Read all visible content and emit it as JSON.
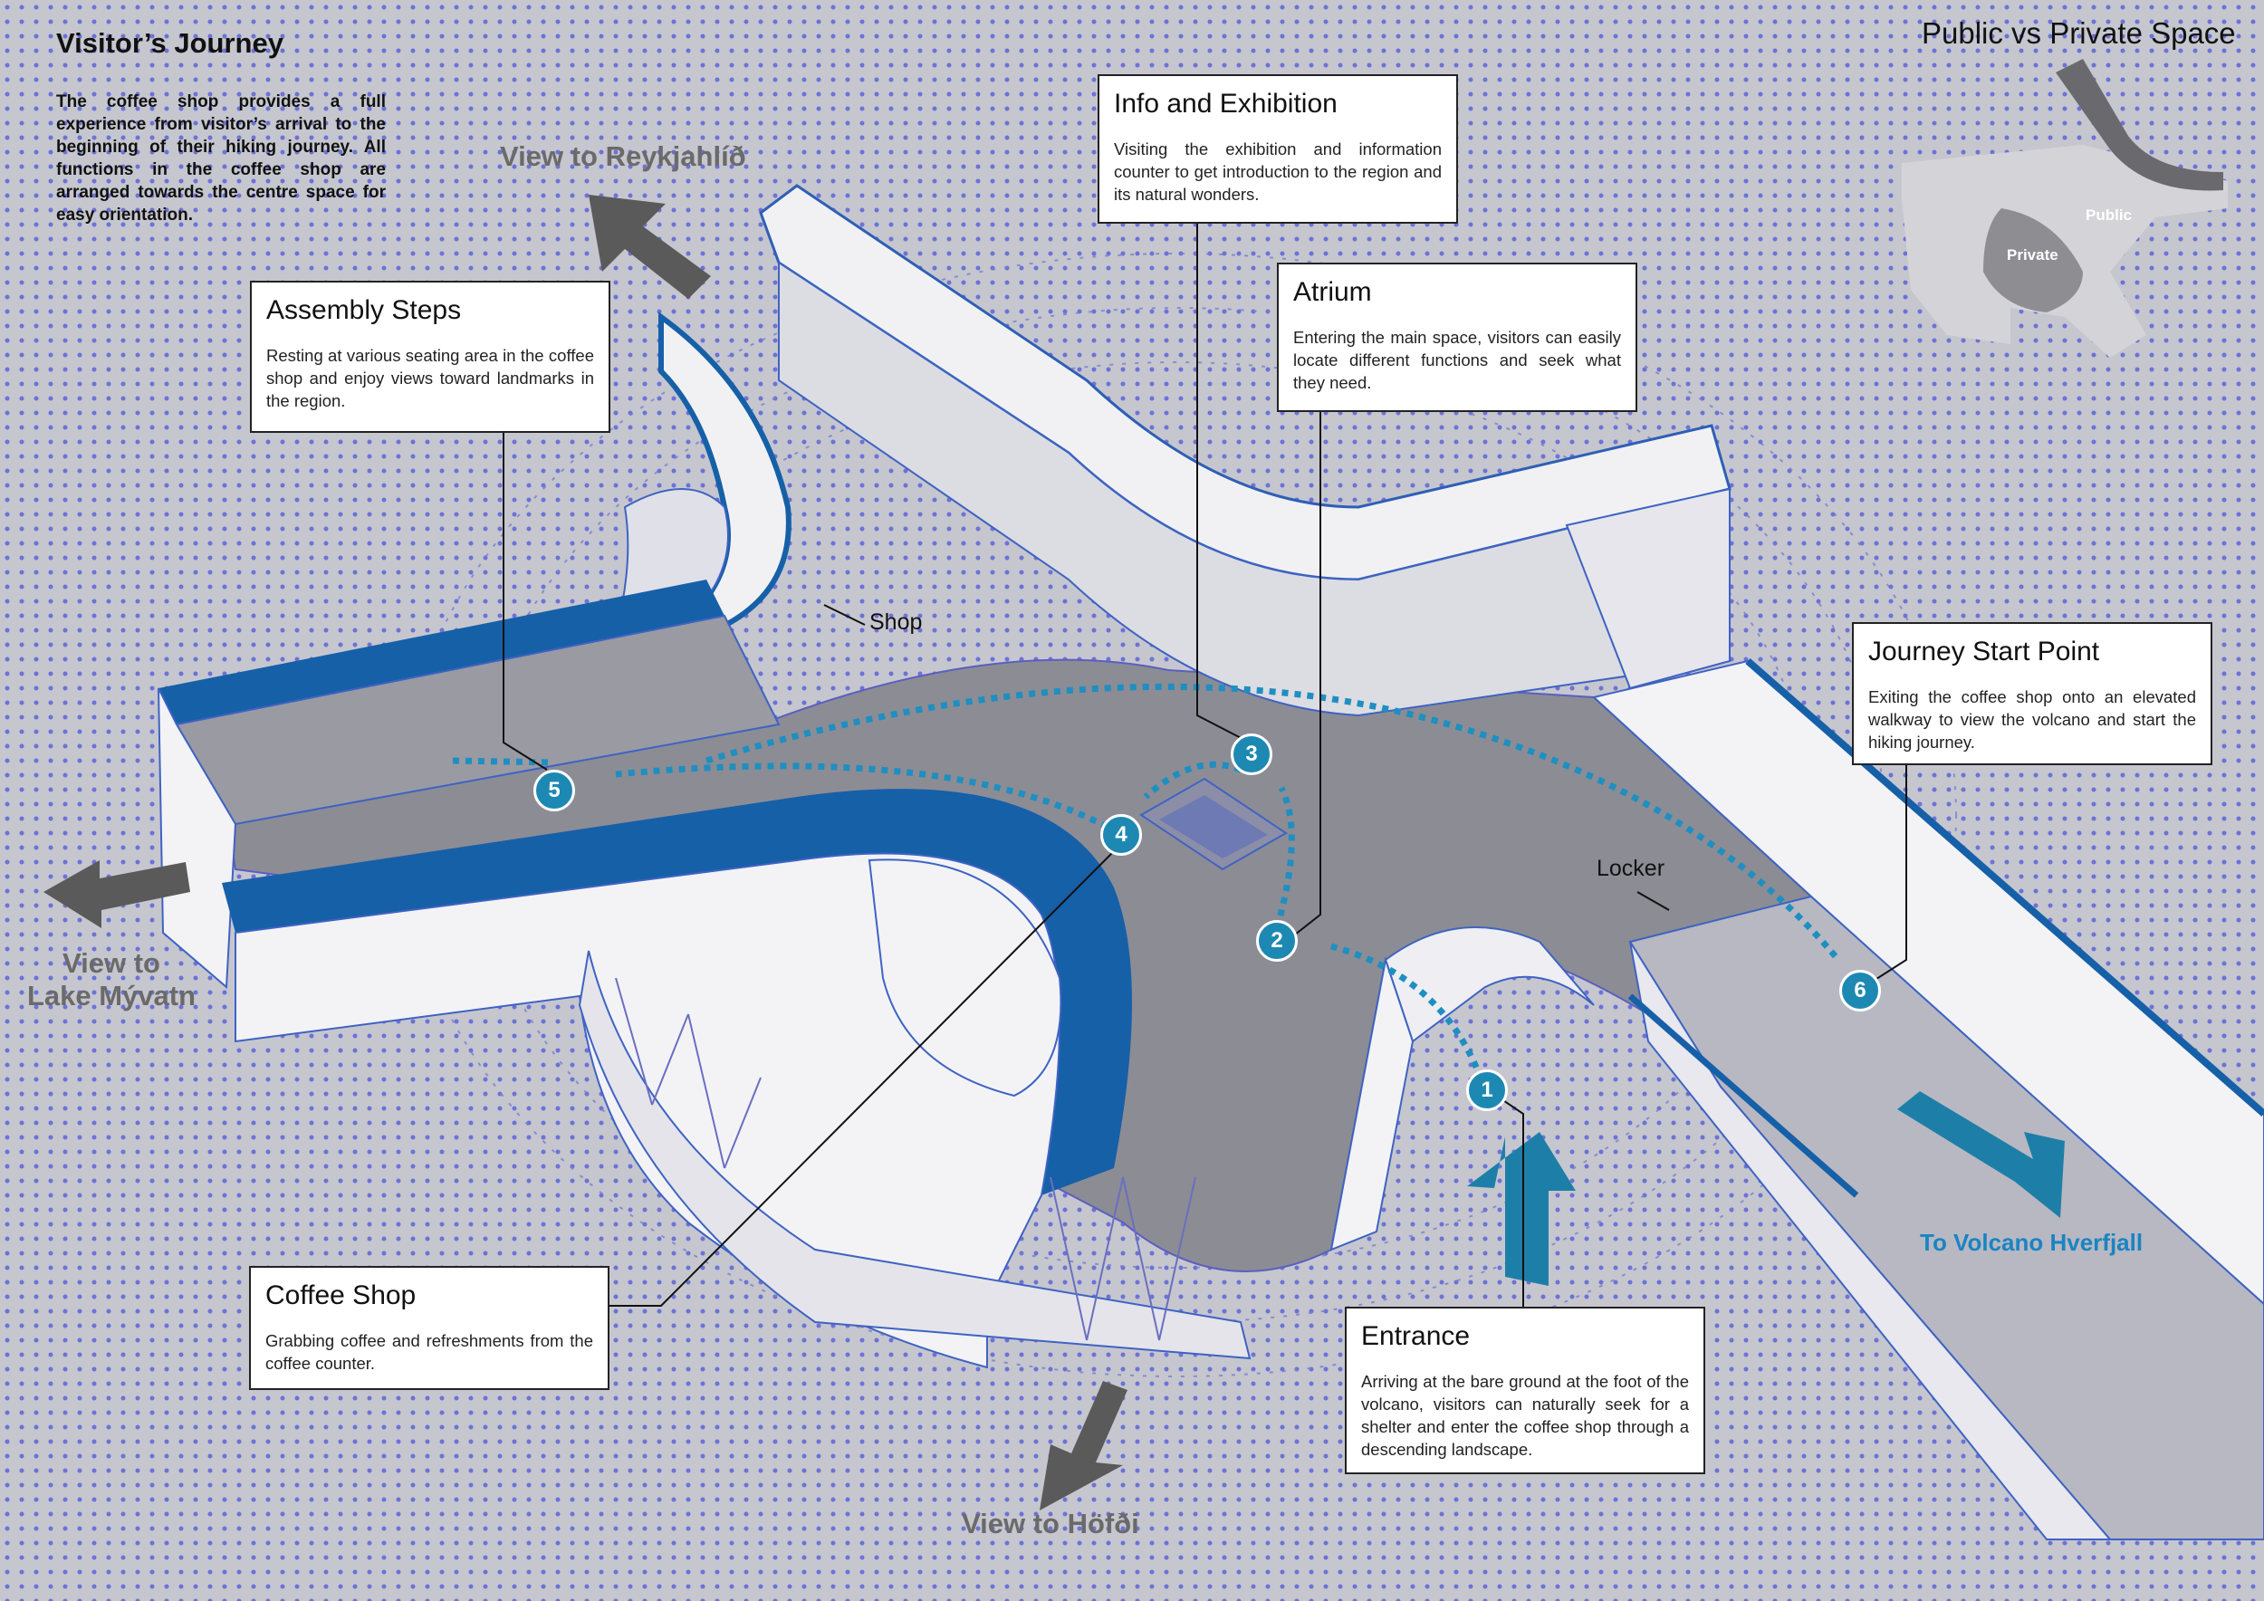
{
  "intro": {
    "title": "Visitor’s Journey",
    "text": "The coffee shop provides a full experience from visitor’s arrival to the beginning of their hiking journey. All functions in the coffee shop are arranged towards the centre space for easy orientation."
  },
  "public_private": {
    "title": "Public vs Private Space",
    "public_label": "Public",
    "private_label": "Private"
  },
  "views": {
    "reykjahlid": "View to Reykjahlíð",
    "lake_line1": "View to",
    "lake_line2": "Lake Mývatn",
    "hofdi": "View to Höfði",
    "volcano": "To Volcano Hverfjall"
  },
  "labels": {
    "shop": "Shop",
    "locker": "Locker"
  },
  "callouts": {
    "info": {
      "title": "Info and Exhibition",
      "text": "Visiting the exhibition and information counter to get introduction to the region and its natural wonders."
    },
    "atrium": {
      "title": "Atrium",
      "text": "Entering the main space, visitors can easily locate different functions and seek what they need."
    },
    "assembly": {
      "title": "Assembly Steps",
      "text": "Resting at various seating area in the coffee shop and enjoy views toward landmarks in the region."
    },
    "journey": {
      "title": "Journey Start Point",
      "text": "Exiting the coffee shop onto an elevated walkway to view the volcano and start the hiking journey."
    },
    "coffee": {
      "title": "Coffee Shop",
      "text": "Grabbing coffee and refreshments from the coffee counter."
    },
    "entrance": {
      "title": "Entrance",
      "text": "Arriving at the bare ground at the foot of the volcano, visitors can naturally seek for a shelter and enter the coffee shop through a descending landscape."
    }
  },
  "markers": [
    "1",
    "2",
    "3",
    "4",
    "5",
    "6"
  ],
  "colors": {
    "accent_blue": "#1d89b3",
    "wall_blue": "#1660a8",
    "dot_blue": "#6c72d6",
    "arrow_gray": "#5a5a5a"
  }
}
